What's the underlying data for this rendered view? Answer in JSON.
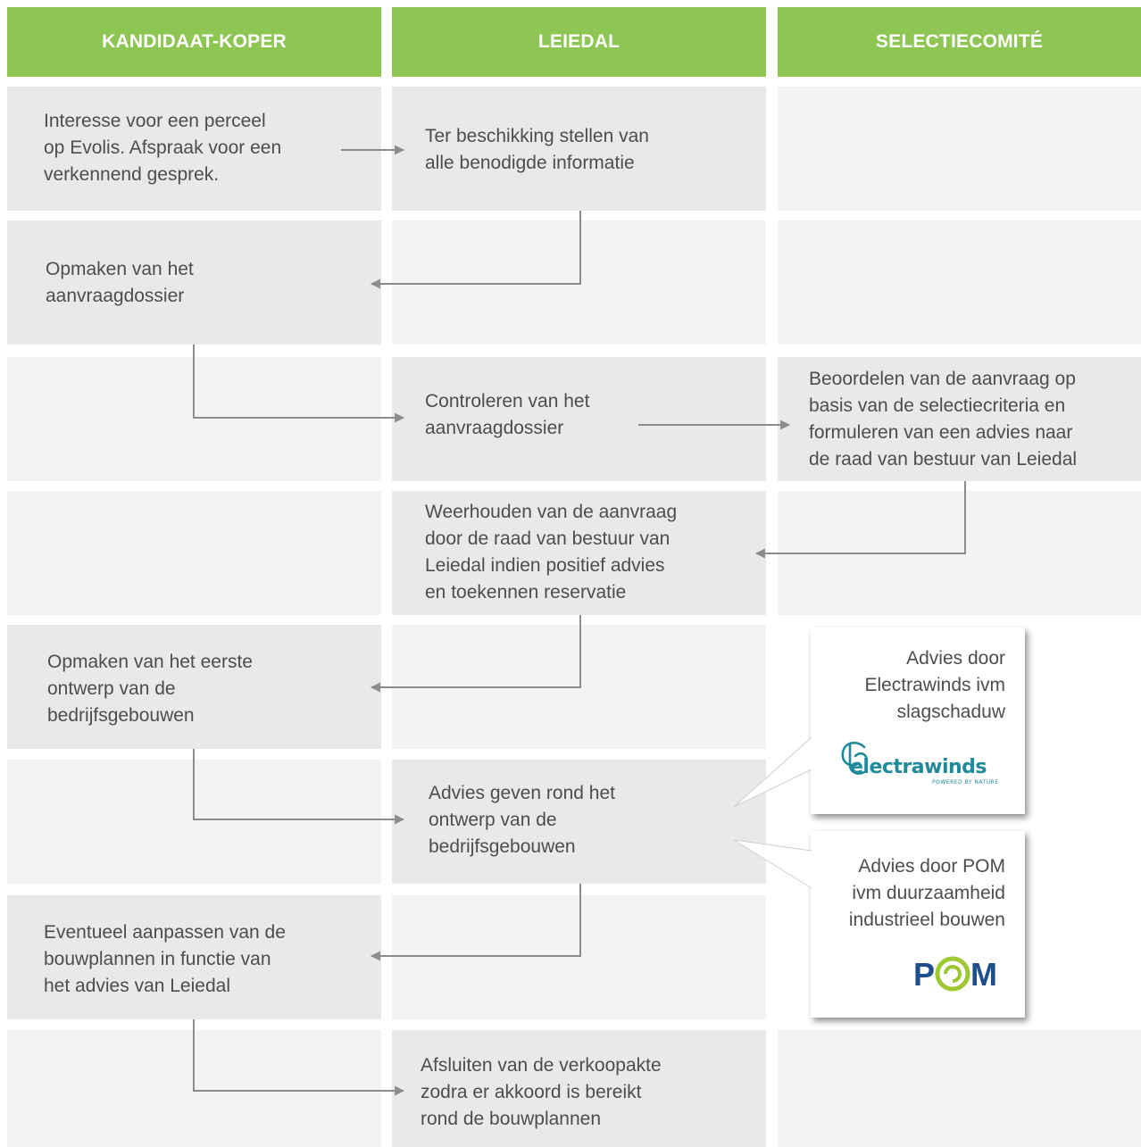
{
  "headers": [
    "KANDIDAAT-KOPER",
    "LEIEDAL",
    "SELECTIECOMITÉ"
  ],
  "steps": {
    "s1": [
      "Interesse voor een perceel",
      "op  Evolis. Afspraak voor een",
      "verkennend gesprek."
    ],
    "s2": [
      "Ter beschikking stellen van",
      "alle benodigde informatie"
    ],
    "s3": [
      "Opmaken van het",
      "aanvraagdossier"
    ],
    "s4": [
      "Controleren van het",
      "aanvraagdossier"
    ],
    "s5": [
      "Beoordelen van de aanvraag op",
      "basis van de selectiecriteria en",
      "formuleren van een advies naar",
      "de raad van bestuur van Leiedal"
    ],
    "s6": [
      "Weerhouden van de aanvraag",
      "door de raad van bestuur van",
      "Leiedal indien positief advies",
      "en toekennen reservatie"
    ],
    "s7": [
      "Opmaken van het eerste",
      "ontwerp van de",
      "bedrijfsgebouwen"
    ],
    "s8": [
      "Advies geven rond het",
      "ontwerp van de",
      "bedrijfsgebouwen"
    ],
    "s9": [
      "Eventueel aanpassen van de",
      "bouwplannen in functie van",
      "het advies van Leiedal"
    ],
    "s10": [
      "Afsluiten van de verkoopakte",
      "zodra er akkoord is bereikt",
      "rond de bouwplannen"
    ]
  },
  "callouts": {
    "electrawinds": {
      "lines": [
        "Advies door",
        "Electrawinds ivm",
        "slagschaduw"
      ],
      "logo_text": "electrawinds",
      "logo_tagline": "POWERED BY NATURE"
    },
    "pom": {
      "lines": [
        "Advies door POM",
        "ivm duurzaamheid",
        "industrieel bouwen"
      ],
      "logo_text": "POM"
    }
  },
  "colors": {
    "header_green": "#8dc653",
    "cell_medium": "#e8e9eb",
    "cell_light": "#f3f3f4",
    "arrow": "#8c8c8c",
    "electrawinds_teal": "#1f8a99",
    "pom_blue": "#1f4e8c",
    "pom_green": "#9cc832"
  }
}
